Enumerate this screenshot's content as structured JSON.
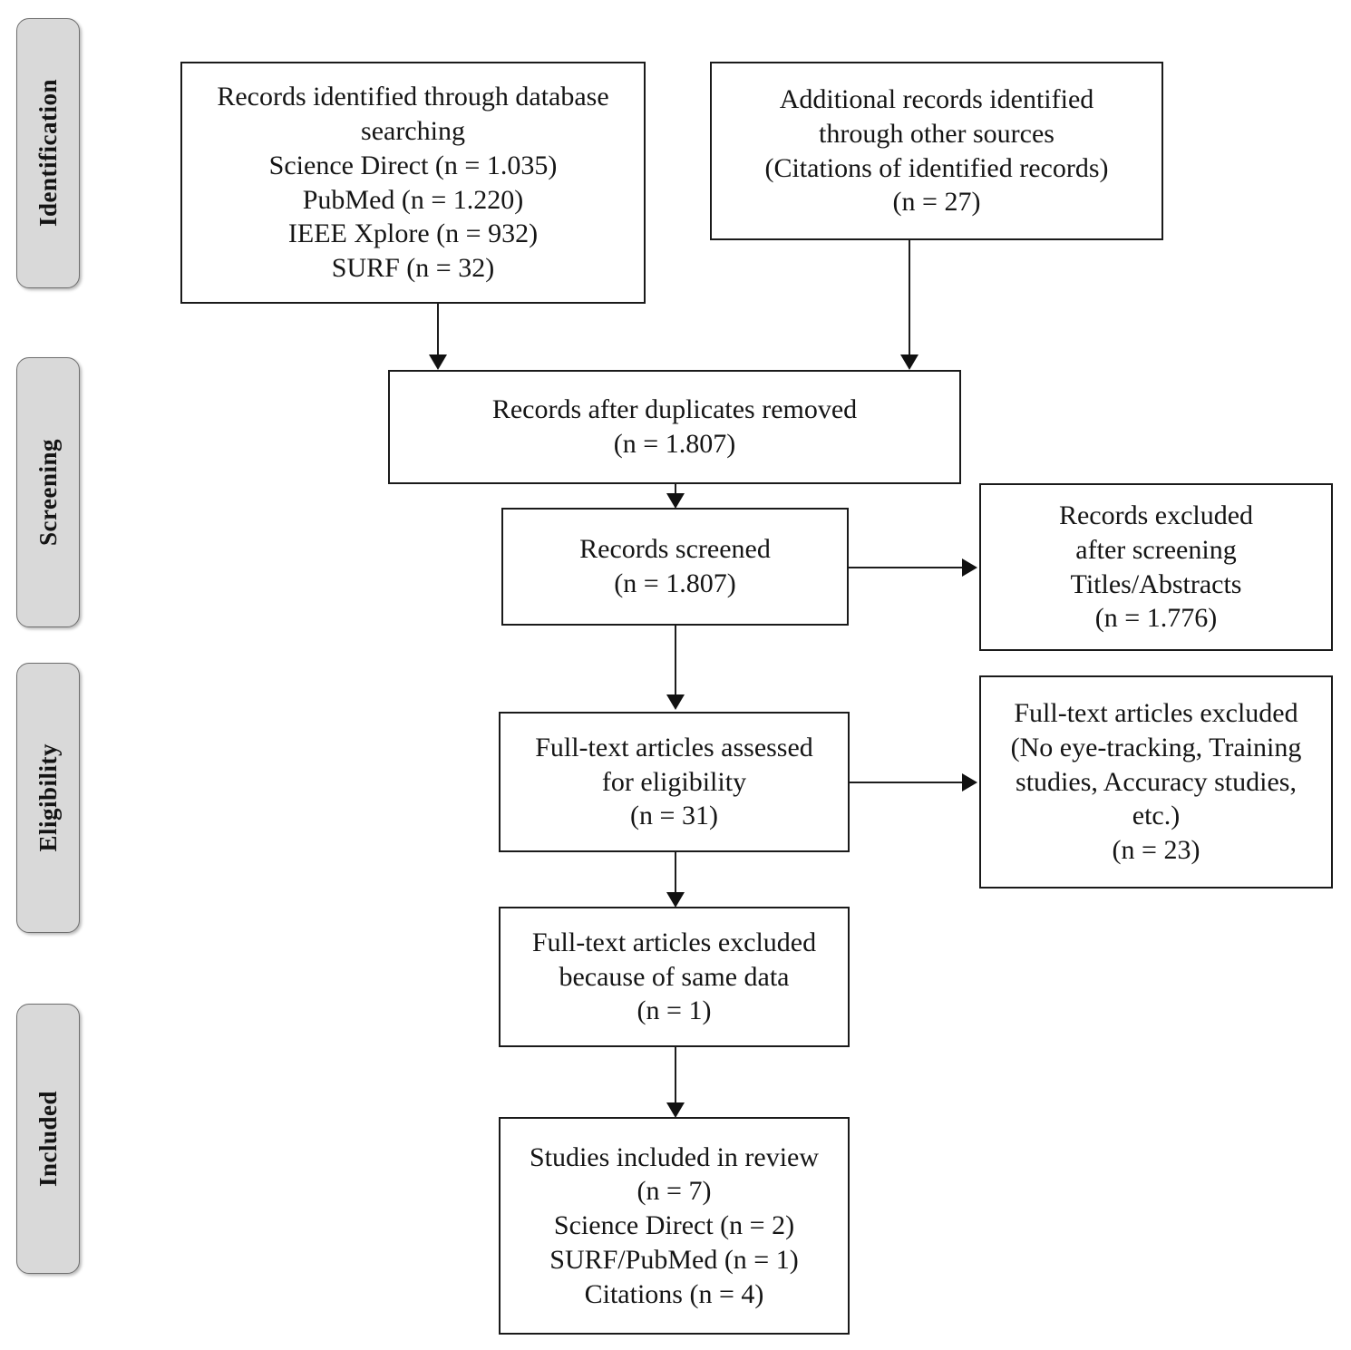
{
  "diagram": {
    "type": "PRISMA flow diagram",
    "stages": [
      {
        "id": "identification",
        "label": "Identification"
      },
      {
        "id": "screening",
        "label": "Screening"
      },
      {
        "id": "eligibility",
        "label": "Eligibility"
      },
      {
        "id": "included",
        "label": "Included"
      }
    ],
    "boxes": {
      "database_search": {
        "text": "Records identified through database\nsearching\nScience Direct (n = 1.035)\nPubMed (n = 1.220)\nIEEE Xplore (n = 932)\nSURF (n = 32)",
        "counts": {
          "science_direct": "1.035",
          "pubmed": "1.220",
          "ieee_xplore": "932",
          "surf": "32"
        }
      },
      "other_sources": {
        "text": "Additional records identified\nthrough other sources\n(Citations of identified records)\n(n = 27)",
        "counts": {
          "n": "27"
        }
      },
      "duplicates_removed": {
        "text": "Records after duplicates removed\n(n = 1.807)",
        "counts": {
          "n": "1.807"
        }
      },
      "records_screened": {
        "text": "Records screened\n(n = 1.807)",
        "counts": {
          "n": "1.807"
        }
      },
      "records_excluded": {
        "text": "Records excluded\nafter screening\nTitles/Abstracts\n(n = 1.776)",
        "counts": {
          "n": "1.776"
        }
      },
      "fulltext_assessed": {
        "text": "Full-text articles assessed\nfor eligibility\n(n = 31)",
        "counts": {
          "n": "31"
        }
      },
      "fulltext_excluded_reasons": {
        "text": "Full-text articles excluded\n(No eye-tracking, Training\nstudies, Accuracy studies,\netc.)\n(n = 23)",
        "counts": {
          "n": "23"
        }
      },
      "fulltext_excluded_samedata": {
        "text": "Full-text articles excluded\nbecause of same data\n(n = 1)",
        "counts": {
          "n": "1"
        }
      },
      "studies_included": {
        "text": "Studies included in review\n(n = 7)\nScience Direct (n = 2)\nSURF/PubMed (n = 1)\nCitations (n = 4)",
        "counts": {
          "total": "7",
          "science_direct": "2",
          "surf_pubmed": "1",
          "citations": "4"
        }
      }
    },
    "colors": {
      "stage_tab_fill": "#d9d9d9",
      "stage_tab_border": "#6e6e6e",
      "box_border": "#1a1a1a",
      "connector": "#1d1d1d",
      "text": "#151515",
      "background": "#ffffff"
    }
  }
}
